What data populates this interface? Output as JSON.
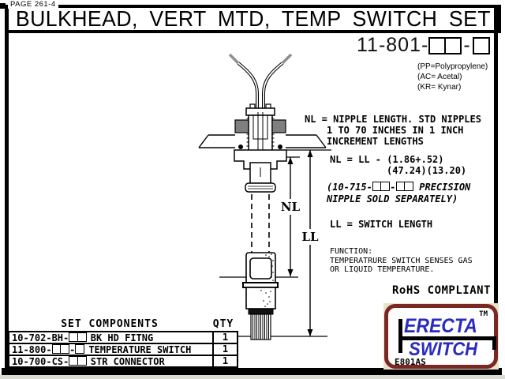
{
  "page": {
    "page_label": "PAGE 261-4",
    "title": "BULKHEAD, VERT MTD, TEMP SWITCH SET",
    "part_number_prefix": "11-801-",
    "part_number_sep": "-"
  },
  "materials": [
    "(PP=Polypropylene)",
    "(AC= Acetal)",
    "(KR= Kynar)"
  ],
  "notes": {
    "nipple_length": [
      "NL = NIPPLE LENGTH. STD NIPPLES",
      "1 TO 70 INCHES IN 1 INCH",
      "INCREMENT LENGTHS"
    ],
    "formula_line1": "NL = LL - (1.86+.52)",
    "formula_line2": "(47.24)(13.20)",
    "precision_prefix": "(10-715-",
    "precision_sep": "-",
    "precision_suffix": " PRECISION",
    "precision_line2": "NIPPLE SOLD SEPARATELY)",
    "switch_length": "LL = SWITCH LENGTH",
    "function_title": "FUNCTION:",
    "function_line1": "TEMPERATRURE SWITCH SENSES GAS",
    "function_line2": "OR LIQUID TEMPERATURE.",
    "rohs": "RoHS COMPLIANT"
  },
  "diagram": {
    "nl_label": "NL",
    "ll_label": "LL"
  },
  "logo": {
    "tm": "TM",
    "word1": "ERECTA",
    "word2": "SWITCH",
    "code": "E801AS",
    "accent_blue": "#2a2ac0",
    "border_maroon": "#7c2822"
  },
  "components_table": {
    "title": "SET COMPONENTS",
    "qty_header": "QTY",
    "rows": [
      {
        "code": "10-702-BH-",
        "name": "BK HD FITNG",
        "qty": "1"
      },
      {
        "code": "11-800-",
        "sep": "-",
        "name": "TEMPERATURE SWITCH",
        "qty": "1"
      },
      {
        "code": "10-700-CS-",
        "name": "STR CONNECTOR",
        "qty": "1"
      }
    ]
  }
}
